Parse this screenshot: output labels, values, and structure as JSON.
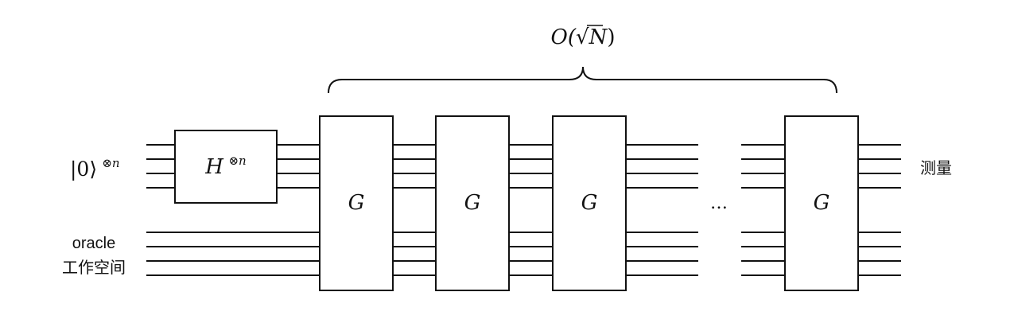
{
  "diagram": {
    "repeat_label": {
      "prefix": "O(",
      "sqrt_symbol": "√",
      "variable": "N",
      "suffix": ")"
    },
    "input_register_label": {
      "ket": "|0⟩",
      "power": "⊗n"
    },
    "oracle_label": {
      "line1": "oracle",
      "line2": "工作空间"
    },
    "hadamard_gate": {
      "symbol": "H",
      "power": "⊗n"
    },
    "grover_gates": [
      {
        "label": "G"
      },
      {
        "label": "G"
      },
      {
        "label": "G"
      },
      {
        "label": "G"
      }
    ],
    "ellipsis": "…",
    "measure_label": "测量"
  }
}
